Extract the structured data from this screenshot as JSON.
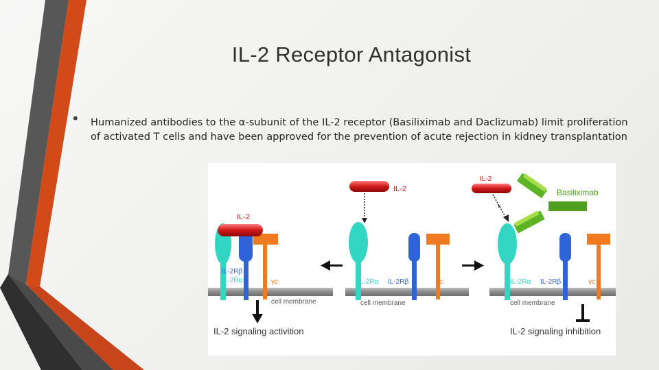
{
  "slide": {
    "title": "IL-2 Receptor Antagonist",
    "bullet": "Humanized antibodies to the α-subunit of the IL-2 receptor (Basiliximab and Daclizumab) limit proliferation of activated T cells and have been approved for the prevention of acute rejection in kidney transplantation"
  },
  "diagram": {
    "il2": "IL-2",
    "il2rb": "IL-2Rβ",
    "il2ra": "IL-2Rα",
    "gamma_c": "γc",
    "cell_membrane": "cell membrane",
    "basiliximab": "Basiliximab",
    "activation": "IL-2 signaling activition",
    "inhibition": "IL-2 signaling inhibition"
  },
  "colors": {
    "il2_red": "#d01818",
    "alpha_cyan": "#33d6c2",
    "beta_blue": "#2f63d8",
    "gamma_orange": "#f07a1f",
    "antibody_green": "#5cb324",
    "deco_gray": "#5b5b5b",
    "deco_orange": "#d24a18"
  }
}
